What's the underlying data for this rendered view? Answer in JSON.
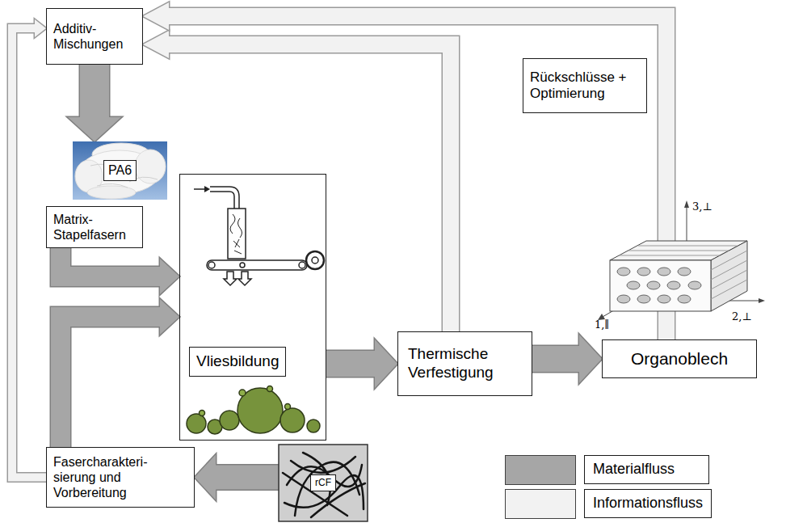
{
  "diagram": {
    "nodes": [
      {
        "text": [
          "Additiv- Mischungen"
        ]
      },
      {
        "text": [
          "PA6"
        ]
      },
      {
        "text": [
          "Matrix- Stapelfasern"
        ]
      },
      {
        "text": [
          "Vliesbildung"
        ]
      },
      {
        "text": [
          "Thermische Verfestigung"
        ]
      },
      {
        "text": [
          "Organoblech"
        ]
      },
      {
        "text": [
          "Rückschlüsse + Optimierung"
        ]
      },
      {
        "text": [
          "Fasercharakteri- sierung und Vorbereitung"
        ]
      },
      {
        "text": [
          "rCF"
        ]
      }
    ],
    "edges": [
      {
        "from": 0,
        "to": 1,
        "arrow": "to"
      },
      {
        "from": 2,
        "to": 3,
        "arrow": "to"
      },
      {
        "from": 7,
        "to": 3,
        "arrow": "to"
      },
      {
        "from": 8,
        "to": 7,
        "arrow": "to"
      },
      {
        "from": 7,
        "to": 0,
        "arrow": "to"
      },
      {
        "from": 3,
        "to": 4,
        "arrow": "to"
      },
      {
        "from": 4,
        "to": 5,
        "arrow": "to"
      },
      {
        "from": 4,
        "to": 0,
        "arrow": "to"
      },
      {
        "from": 5,
        "to": 0,
        "arrow": "to"
      }
    ],
    "labels": [
      "3,⊥",
      "1,∥",
      "2,⊥"
    ],
    "legend": [
      {
        "text": "Materialfluss",
        "color": "#a6a6a6"
      },
      {
        "text": "Informationsfluss",
        "color": "#f2f2f2"
      }
    ]
  }
}
